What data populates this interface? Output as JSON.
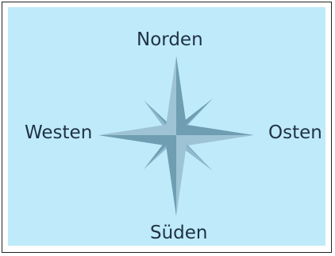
{
  "directions": {
    "north": "Norden",
    "south": "Süden",
    "west": "Westen",
    "east": "Osten"
  },
  "colors": {
    "background": "#bfeafa",
    "star_light": "#9dc3d5",
    "star_dark": "#6f9db1",
    "text": "#1f3244"
  },
  "icons": {
    "compass": "compass-rose-icon"
  }
}
